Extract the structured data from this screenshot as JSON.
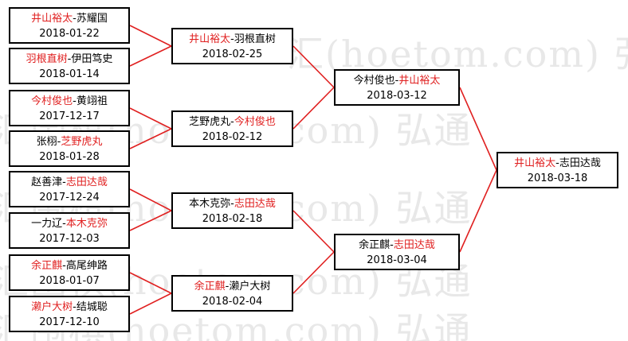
{
  "watermark": {
    "lines": [
      "汇(hoetom.com) 弘通",
      "汇围棋(hoetom.com) 弘通",
      "汇围棋(hoetom.com) 弘通",
      "汇围棋(hoetom.com) 弘通",
      "汇围棋(hoetom.com) 弘通"
    ]
  },
  "colors": {
    "winner": "#e02020",
    "connector": "#e02020",
    "border": "#000000"
  },
  "bracket": {
    "round1": [
      {
        "p1": "井山裕太",
        "p2": "苏耀国",
        "winner": "p1",
        "date": "2018-01-22"
      },
      {
        "p1": "羽根直树",
        "p2": "伊田笃史",
        "winner": "p1",
        "date": "2018-01-14"
      },
      {
        "p1": "今村俊也",
        "p2": "黄翊祖",
        "winner": "p1",
        "date": "2017-12-17"
      },
      {
        "p1": "张栩",
        "p2": "芝野虎丸",
        "winner": "p2",
        "date": "2018-01-28"
      },
      {
        "p1": "赵善津",
        "p2": "志田达哉",
        "winner": "p2",
        "date": "2017-12-24"
      },
      {
        "p1": "一力辽",
        "p2": "本木克弥",
        "winner": "p2",
        "date": "2017-12-03"
      },
      {
        "p1": "余正麒",
        "p2": "高尾绅路",
        "winner": "p1",
        "date": "2018-01-07"
      },
      {
        "p1": "濑户大树",
        "p2": "结城聪",
        "winner": "p1",
        "date": "2017-12-10"
      }
    ],
    "round2": [
      {
        "p1": "井山裕太",
        "p2": "羽根直树",
        "winner": "p1",
        "date": "2018-02-25"
      },
      {
        "p1": "芝野虎丸",
        "p2": "今村俊也",
        "winner": "p2",
        "date": "2018-02-12"
      },
      {
        "p1": "本木克弥",
        "p2": "志田达哉",
        "winner": "p2",
        "date": "2018-02-18"
      },
      {
        "p1": "余正麒",
        "p2": "濑户大树",
        "winner": "p1",
        "date": "2018-02-04"
      }
    ],
    "round3": [
      {
        "p1": "今村俊也",
        "p2": "井山裕太",
        "winner": "p2",
        "date": "2018-03-12"
      },
      {
        "p1": "余正麒",
        "p2": "志田达哉",
        "winner": "p2",
        "date": "2018-03-04"
      }
    ],
    "final": [
      {
        "p1": "井山裕太",
        "p2": "志田达哉",
        "winner": "p1",
        "date": "2018-03-18"
      }
    ]
  }
}
